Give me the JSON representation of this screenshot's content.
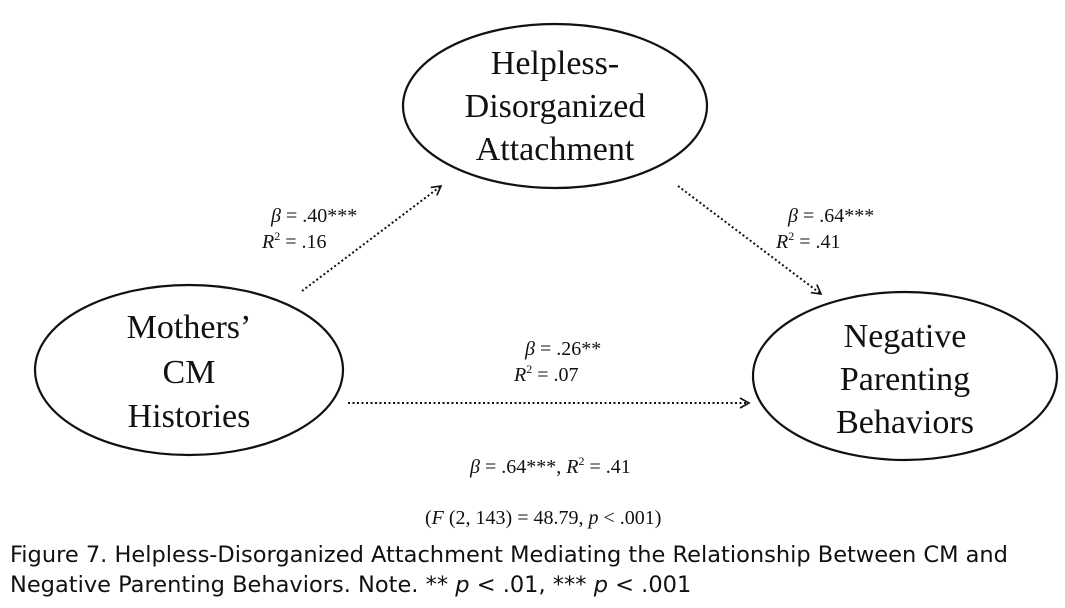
{
  "nodes": {
    "mediator": {
      "lines": [
        "Helpless-",
        "Disorganized",
        "Attachment"
      ]
    },
    "predictor": {
      "lines": [
        "Mothers’",
        "CM",
        "Histories"
      ]
    },
    "outcome": {
      "lines": [
        "Negative",
        "Parenting",
        "Behaviors"
      ]
    }
  },
  "paths": {
    "a": {
      "beta_label": "β",
      "beta_value": " = .40***",
      "r2_label": "R",
      "r2_exp": "2",
      "r2_value": " = .16"
    },
    "b": {
      "beta_label": "β",
      "beta_value": " = .64***",
      "r2_label": "R",
      "r2_exp": "2",
      "r2_value": " = .41"
    },
    "c_prime": {
      "beta_label": "β",
      "beta_value": " = .26**",
      "r2_label": "R",
      "r2_exp": "2",
      "r2_value": " = .07"
    }
  },
  "model": {
    "beta_label": "β",
    "beta_value": " = .64***, ",
    "r2_label": "R",
    "r2_exp": "2",
    "r2_value": " = .41",
    "f_open": "(",
    "f_label": "F",
    "f_value": " (2, 143) = 48.79, ",
    "p_label": "p",
    "p_value": " < .001)"
  },
  "caption": {
    "text": "Figure 7. Helpless-Disorganized Attachment Mediating the Relationship Between CM and Negative Parenting Behaviors. Note.   ** ",
    "p1": "p",
    "p1_rest": " < .01, *** ",
    "p2": "p",
    "p2_rest": " < .001"
  }
}
